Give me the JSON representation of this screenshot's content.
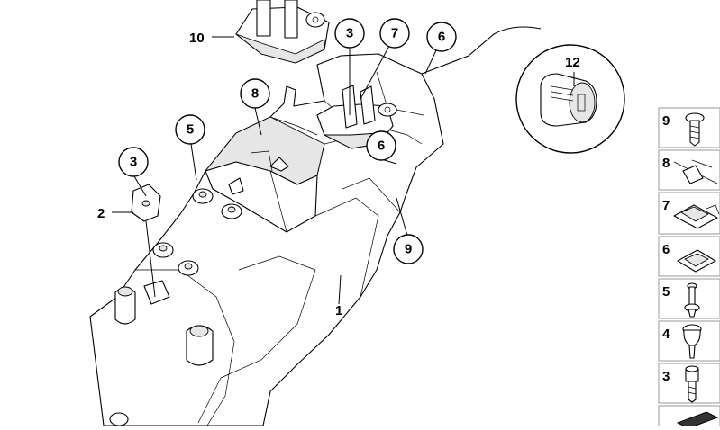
{
  "diagram": {
    "callouts": [
      {
        "id": "c3a",
        "label": "3"
      },
      {
        "id": "c7",
        "label": "7"
      },
      {
        "id": "c6a",
        "label": "6"
      },
      {
        "id": "c8",
        "label": "8"
      },
      {
        "id": "c5",
        "label": "5"
      },
      {
        "id": "c3b",
        "label": "3"
      },
      {
        "id": "c6b",
        "label": "6"
      },
      {
        "id": "c9",
        "label": "9"
      }
    ],
    "plain_labels": [
      {
        "id": "l10",
        "label": "10"
      },
      {
        "id": "l2",
        "label": "2"
      },
      {
        "id": "l1",
        "label": "1"
      },
      {
        "id": "l12",
        "label": "12"
      }
    ]
  },
  "side_panel": {
    "items": [
      {
        "label": "9",
        "icon": "screw-icon"
      },
      {
        "label": "8",
        "icon": "cable-tie-icon"
      },
      {
        "label": "7",
        "icon": "clip-nut-icon"
      },
      {
        "label": "6",
        "icon": "speed-nut-icon"
      },
      {
        "label": "5",
        "icon": "expansion-rivet-icon"
      },
      {
        "label": "4",
        "icon": "rubber-buffer-icon"
      },
      {
        "label": "3",
        "icon": "collar-screw-icon"
      },
      {
        "label": "",
        "icon": "pad-icon"
      }
    ]
  }
}
